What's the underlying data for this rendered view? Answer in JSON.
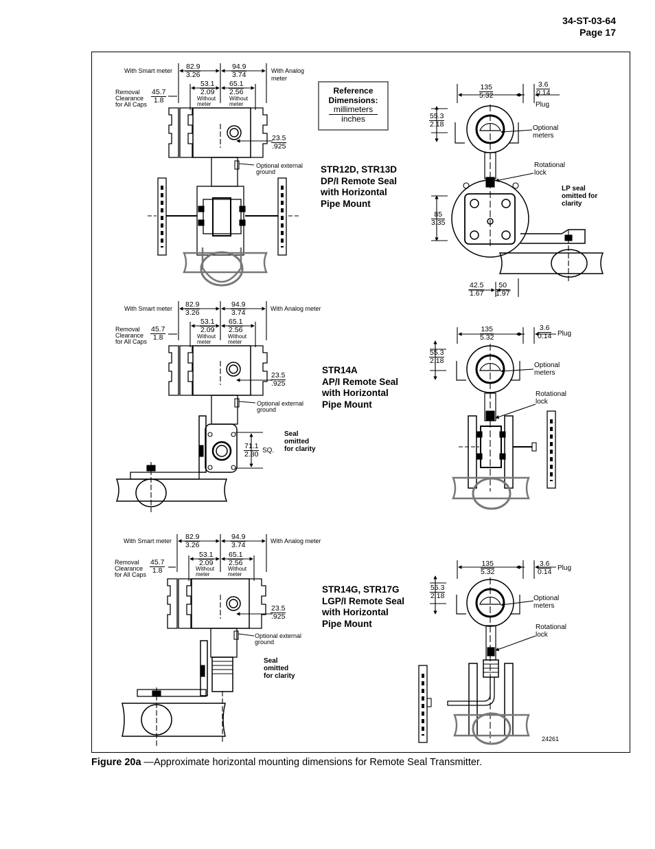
{
  "header": {
    "doc_number": "34-ST-03-64",
    "page": "Page 17"
  },
  "reference_box": {
    "title": "Reference Dimensions:",
    "unit_top": "millimeters",
    "unit_bottom": "inches"
  },
  "common": {
    "with_smart_meter": "With Smart meter",
    "with_analog_meter": "With Analog meter",
    "removal_clearance": [
      "Removal",
      "Clearance",
      "for All Caps"
    ],
    "without_meter": [
      "Without",
      "meter"
    ],
    "optional_external_ground": [
      "Optional external",
      "ground"
    ],
    "optional_meters": [
      "Optional",
      "meters"
    ],
    "rotational_lock": [
      "Rotational",
      "lock"
    ],
    "plug": "Plug",
    "seal_omitted": [
      "Seal",
      "omitted",
      "for clarity"
    ]
  },
  "dims": {
    "d82_9": [
      "82.9",
      "3.26"
    ],
    "d94_9": [
      "94.9",
      "3.74"
    ],
    "d53_1": [
      "53.1",
      "2.09"
    ],
    "d65_1": [
      "65.1",
      "2.56"
    ],
    "d45_7": [
      "45.7",
      "1.8"
    ],
    "d23_5": [
      "23.5",
      ".925"
    ],
    "d135": [
      "135",
      "5.32"
    ],
    "d3_6": [
      "3.6",
      "0.14"
    ],
    "d55_3": [
      "55.3",
      "2.18"
    ],
    "d85": [
      "85",
      "3.35"
    ],
    "d42_5": [
      "42.5",
      "1.67"
    ],
    "d50": [
      "50",
      "1.97"
    ],
    "d71_1": [
      "71.1",
      "2.80"
    ],
    "sq": "SQ."
  },
  "sections": [
    {
      "title": [
        "STR12D, STR13D",
        "DP/I Remote Seal",
        "with Horizontal",
        "Pipe Mount"
      ],
      "lp_note": [
        "LP seal",
        "omitted for",
        "clarity"
      ]
    },
    {
      "title": [
        "STR14A",
        "AP/I Remote Seal",
        "with Horizontal",
        "Pipe Mount"
      ]
    },
    {
      "title": [
        "STR14G, STR17G",
        "LGP/I Remote Seal",
        "with Horizontal",
        "Pipe Mount"
      ]
    }
  ],
  "figure_id": "24261",
  "caption": {
    "label": "Figure 20a",
    "text": " —Approximate horizontal mounting dimensions for Remote Seal Transmitter."
  }
}
